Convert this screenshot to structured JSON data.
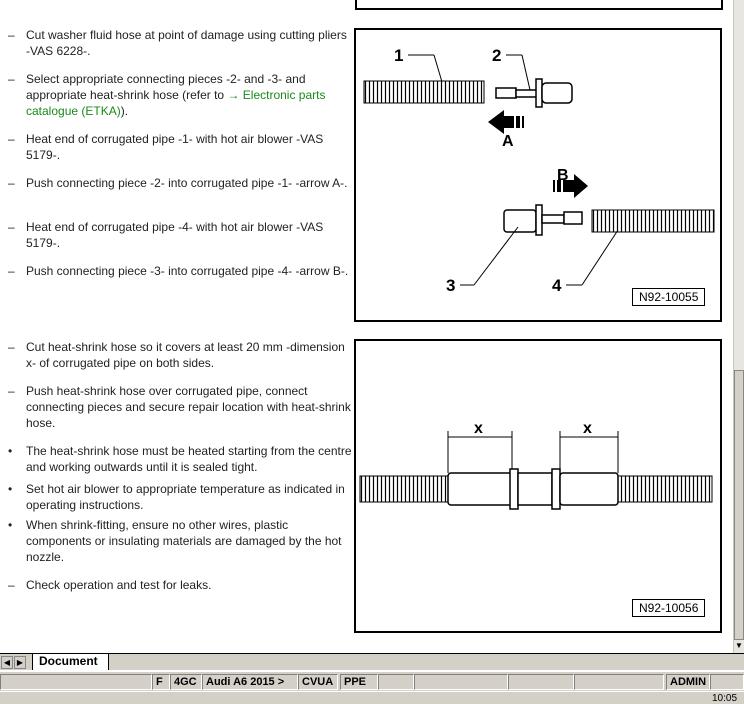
{
  "steps_top": [
    {
      "marker": "–",
      "text": "Cut washer fluid hose at point of damage using cutting pliers -VAS 6228-."
    },
    {
      "marker": "–",
      "text": "Select appropriate connecting pieces -2- and -3- and appropriate heat-shrink hose (refer to ",
      "link": "→ Electronic parts catalogue (ETKA)",
      "after": ")."
    },
    {
      "marker": "–",
      "text": "Heat end of corrugated pipe -1- with hot air blower -VAS 5179-."
    },
    {
      "marker": "–",
      "text": "Push connecting piece -2- into corrugated pipe -1- -arrow A-."
    },
    {
      "marker": "–",
      "text": "Heat end of corrugated pipe -4- with hot air blower -VAS 5179-."
    },
    {
      "marker": "–",
      "text": "Push connecting piece -3- into corrugated pipe -4- -arrow B-."
    }
  ],
  "steps_bottom": [
    {
      "marker": "–",
      "text": "Cut heat-shrink hose so it covers at least 20 mm -dimension x- of corrugated pipe on both sides."
    },
    {
      "marker": "–",
      "text": "Push heat-shrink hose over corrugated pipe, connect connecting pieces and secure repair location with heat-shrink hose."
    },
    {
      "marker": "•",
      "text": "The heat-shrink hose must be heated starting from the centre and working outwards until it is sealed tight."
    },
    {
      "marker": "•",
      "text": "Set hot air blower to appropriate temperature as indicated in operating instructions."
    },
    {
      "marker": "•",
      "text": "When shrink-fitting, ensure no other wires, plastic components or insulating materials are damaged by the hot nozzle."
    },
    {
      "marker": "–",
      "text": "Check operation and test for leaks."
    }
  ],
  "figure1": {
    "id": "N92-10055",
    "labels": [
      "1",
      "2",
      "3",
      "4"
    ],
    "arrow_a": "A",
    "arrow_b": "B"
  },
  "figure2": {
    "id": "N92-10056",
    "dim_label": "x"
  },
  "tab": {
    "label": "Document"
  },
  "status": {
    "cells": [
      "",
      "F",
      "4GC",
      "Audi A6 2015 >",
      "CVUA",
      "PPE",
      "",
      "",
      "",
      "",
      "ADMIN",
      ""
    ]
  },
  "taskbar": {
    "clock": "10:05"
  }
}
